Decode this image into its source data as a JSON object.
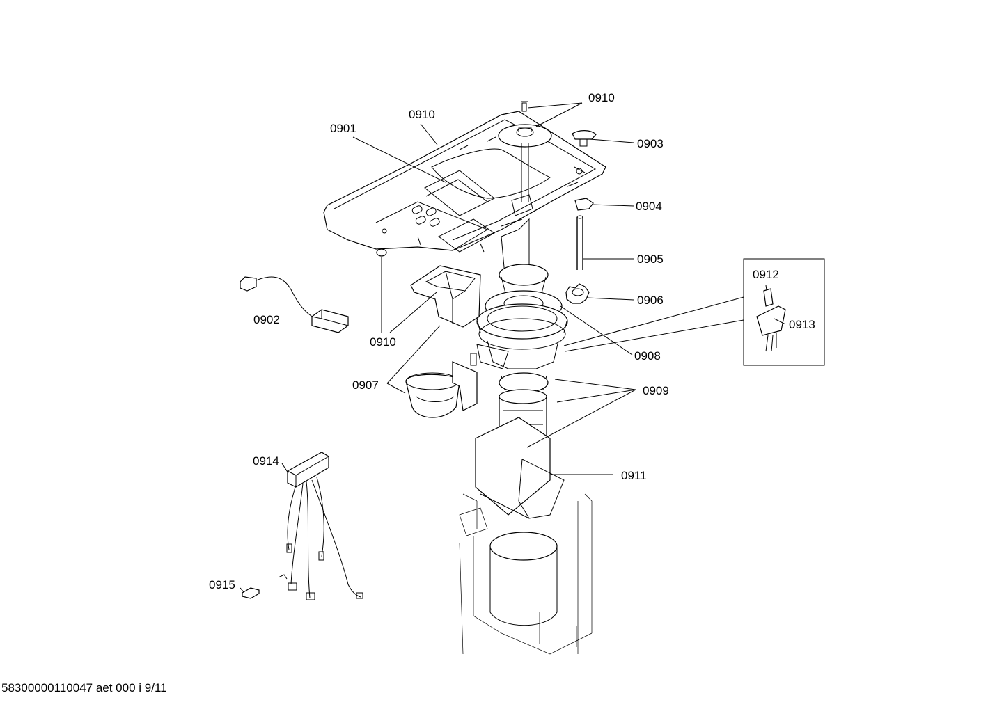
{
  "footer": {
    "document_id": "58300000110047 aet 000 i 9/11"
  },
  "labels": {
    "l0901": "0901",
    "l0902": "0902",
    "l0903": "0903",
    "l0904": "0904",
    "l0905": "0905",
    "l0906": "0906",
    "l0907": "0907",
    "l0908": "0908",
    "l0909": "0909",
    "l0910_top_right": "0910",
    "l0910_top": "0910",
    "l0910_mid": "0910",
    "l0911": "0911",
    "l0912": "0912",
    "l0913": "0913",
    "l0914": "0914",
    "l0915": "0915"
  }
}
